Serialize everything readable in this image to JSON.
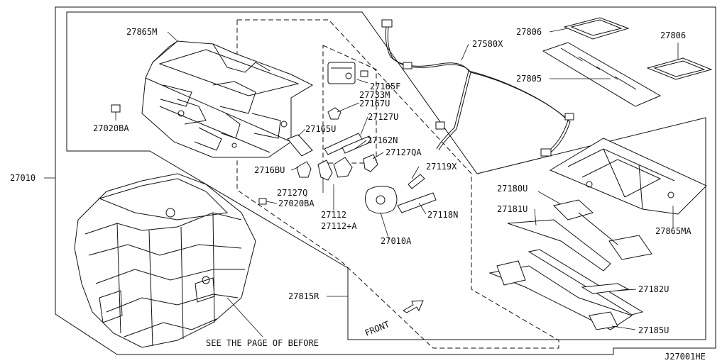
{
  "diagram_code": "J27001HE",
  "labels": {
    "main_assembly": "27010",
    "case_upper": "27865M",
    "clip_left": "27020BA",
    "actuator": "27165F",
    "motor": "27733M",
    "lever_a": "27167U",
    "rod_a": "27127U",
    "link_a": "27165U",
    "link_b": "27162N",
    "rod_b": "27127QA",
    "lever_b": "2716BU",
    "rod_c": "27127Q",
    "clip_bottom": "27020BA",
    "link_c": "27112",
    "link_d": "27112+A",
    "bracket": "27119X",
    "actuator_b": "27010A",
    "bracket_b": "27118N",
    "harness": "27580X",
    "filter_a": "27806",
    "filter_b": "27806",
    "filter_frame": "27805",
    "duct_a": "27180U",
    "duct_b": "27181U",
    "case_lower": "27865MA",
    "pipe": "27182U",
    "grille": "27185U",
    "heater_unit": "27815R"
  },
  "note_see_before": "SEE THE PAGE OF BEFORE",
  "front_label": "FRONT"
}
